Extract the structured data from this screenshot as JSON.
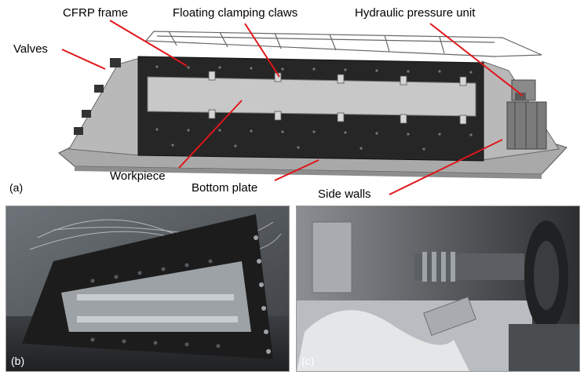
{
  "labels": {
    "cfrp_frame": "CFRP frame",
    "floating_clamping_claws": "Floating clamping claws",
    "hydraulic_pressure_unit": "Hydraulic pressure unit",
    "valves": "Valves",
    "workpiece": "Workpiece",
    "bottom_plate": "Bottom plate",
    "side_walls": "Side walls"
  },
  "panels": {
    "a": "(a)",
    "b": "(b)",
    "c": "(c)"
  },
  "colors": {
    "leader_line": "#e0161b",
    "frame": "#262626",
    "workpiece": "#c8c8c8",
    "walls": "#b9b9b9",
    "plate": "#a9a9a9"
  }
}
